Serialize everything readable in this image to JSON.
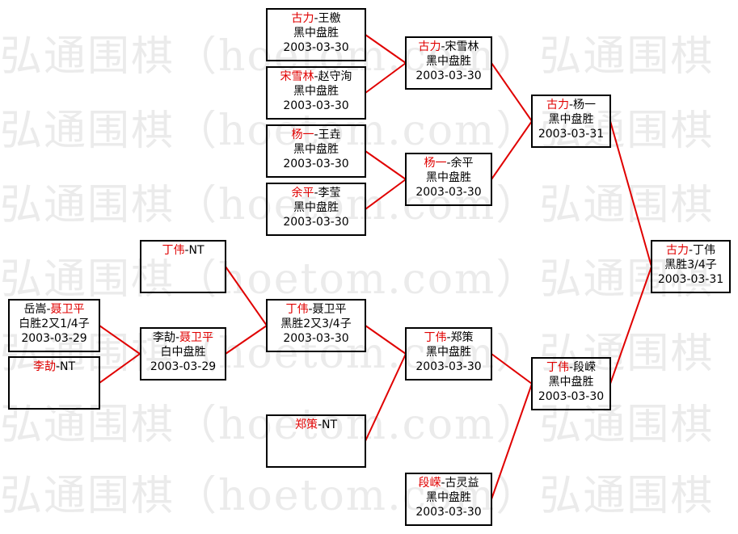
{
  "watermark": "弘通围棋（hoetom.com）弘通围棋",
  "colors": {
    "winner": "#e00000",
    "line": "#e00000",
    "border": "#000000",
    "watermark": "#ebebeb"
  },
  "matches": {
    "m1": {
      "winner": "古力",
      "sep": "-",
      "loser": "王檄",
      "result": "黑中盘胜",
      "date": "2003-03-30"
    },
    "m2": {
      "winner": "宋雪林",
      "sep": "-",
      "loser": "赵守洵",
      "result": "黑中盘胜",
      "date": "2003-03-30"
    },
    "m3": {
      "winner": "杨一",
      "sep": "-",
      "loser": "王垚",
      "result": "黑中盘胜",
      "date": "2003-03-30"
    },
    "m4": {
      "winner": "余平",
      "sep": "-",
      "loser": "李莹",
      "result": "黑中盘胜",
      "date": "2003-03-30"
    },
    "m5": {
      "winner": "古力",
      "sep": "-",
      "loser": "宋雪林",
      "result": "黑中盘胜",
      "date": "2003-03-30"
    },
    "m6": {
      "winner": "杨一",
      "sep": "-",
      "loser": "余平",
      "result": "黑中盘胜",
      "date": "2003-03-30"
    },
    "m7": {
      "winner": "古力",
      "sep": "-",
      "loser": "杨一",
      "result": "黑中盘胜",
      "date": "2003-03-31"
    },
    "m8": {
      "winner": "古力",
      "sep": "-",
      "loser": "丁伟",
      "result": "黑胜3/4子",
      "date": "2003-03-31"
    },
    "m9": {
      "winner": "丁伟",
      "sep": "-",
      "loser": "NT",
      "result": "",
      "date": ""
    },
    "m10": {
      "prefix": "岳嵩-",
      "winner": "聂卫平",
      "result": "白胜2又1/4子",
      "date": "2003-03-29"
    },
    "m11": {
      "winner": "李劼",
      "sep": "-",
      "loser": "NT",
      "result": "",
      "date": ""
    },
    "m12": {
      "prefix": "李劼-",
      "winner": "聂卫平",
      "result": "白中盘胜",
      "date": "2003-03-29"
    },
    "m13": {
      "winner": "丁伟",
      "sep": "-",
      "loser": "聂卫平",
      "result": "黑胜2又3/4子",
      "date": "2003-03-30"
    },
    "m14": {
      "winner": "郑策",
      "sep": "-",
      "loser": "NT",
      "result": "",
      "date": ""
    },
    "m15": {
      "winner": "丁伟",
      "sep": "-",
      "loser": "郑策",
      "result": "黑中盘胜",
      "date": "2003-03-30"
    },
    "m16": {
      "winner": "丁伟",
      "sep": "-",
      "loser": "段嵘",
      "result": "黑中盘胜",
      "date": "2003-03-30"
    },
    "m17": {
      "winner": "段嵘",
      "sep": "-",
      "loser": "古灵益",
      "result": "黑中盘胜",
      "date": "2003-03-30"
    }
  }
}
